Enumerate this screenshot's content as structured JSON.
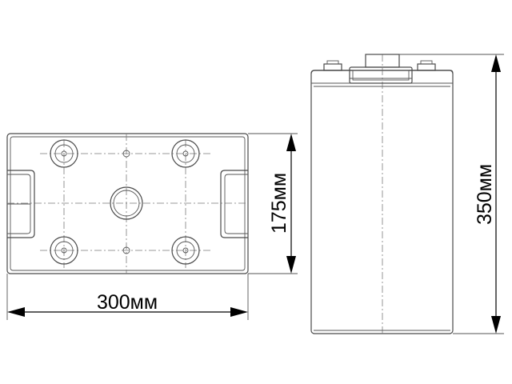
{
  "dimensions": {
    "length": "300мм",
    "width": "175мм",
    "height": "350мм"
  },
  "colors": {
    "outline": "#4a4a4a",
    "dimension": "#000000",
    "background": "#ffffff"
  }
}
